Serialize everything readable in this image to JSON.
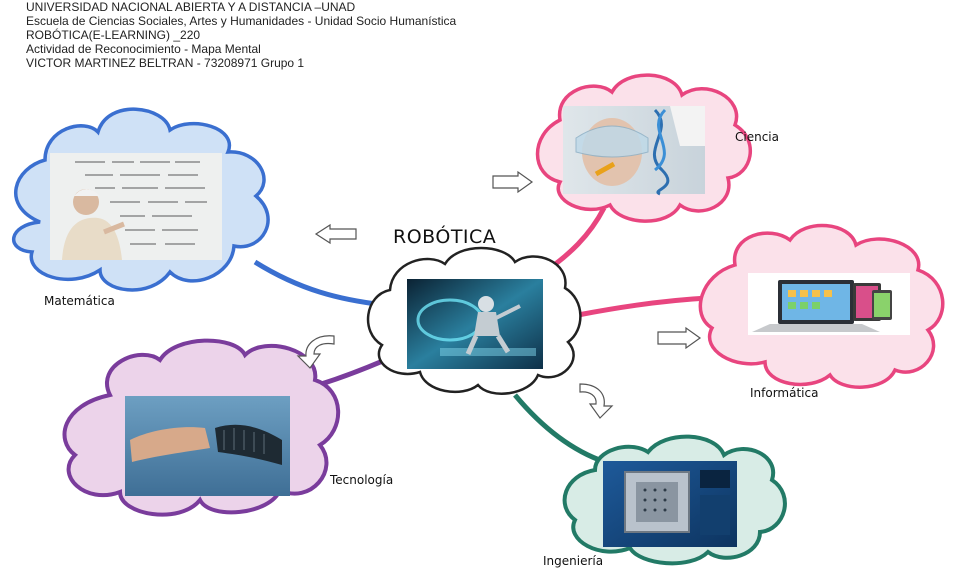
{
  "header": {
    "line1": "UNIVERSIDAD NACIONAL ABIERTA Y A DISTANCIA –UNAD",
    "line2": "Escuela de Ciencias Sociales, Artes y Humanidades - Unidad Socio Humanística",
    "line3": "ROBÓTICA(E-LEARNING) _220",
    "line4": "Actividad de Reconocimiento - Mapa Mental",
    "line5": "VICTOR MARTINEZ BELTRAN - 73208971 Grupo 1"
  },
  "center": {
    "title": "ROBÓTICA"
  },
  "branches": {
    "ciencia": "Ciencia",
    "matematica": "Matemática",
    "informatica": "Informática",
    "tecnologia": "Tecnología",
    "ingenieria": "Ingeniería"
  },
  "colors": {
    "blue": "#3a6fd0",
    "pink": "#e8457f",
    "purple": "#7a3c9c",
    "teal": "#227a66",
    "center_border": "#222222"
  }
}
